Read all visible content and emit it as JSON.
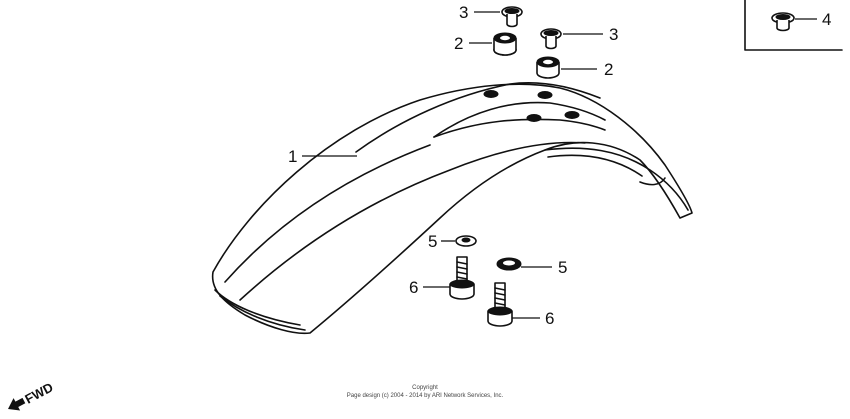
{
  "diagram": {
    "callouts": {
      "fender": "1",
      "rubber_left": "2",
      "rubber_right": "2",
      "collar_left": "3",
      "collar_right": "3",
      "inset_part": "4",
      "washer_left": "5",
      "washer_right": "5",
      "bolt_left": "6",
      "bolt_right": "6"
    },
    "fwd_label": "FWD",
    "copyright_line1": "Copyright",
    "copyright_line2": "Page design (c) 2004 - 2014 by ARI Network Services, Inc."
  }
}
